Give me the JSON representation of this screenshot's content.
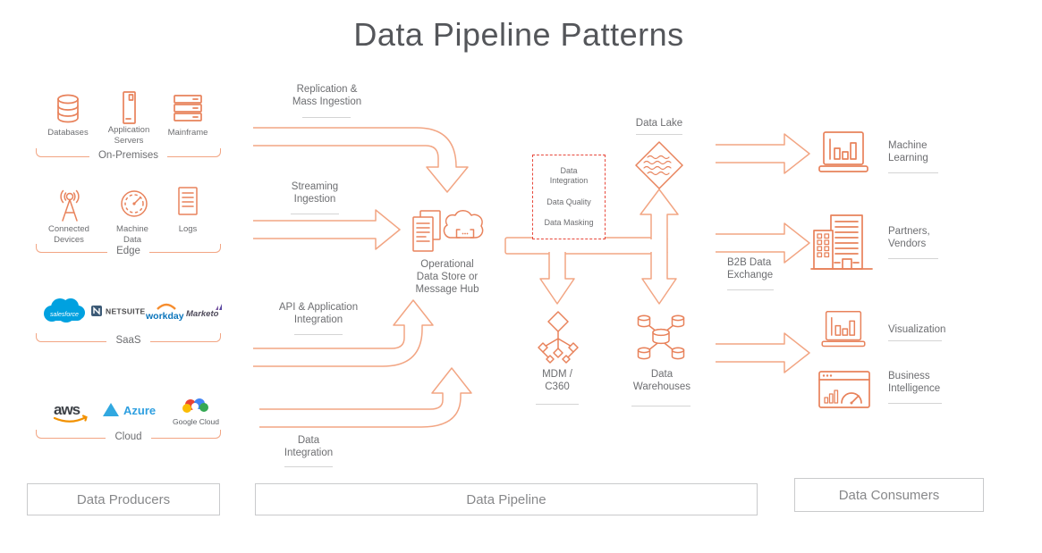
{
  "title": "Data Pipeline Patterns",
  "colors": {
    "arrow": "#F2A583",
    "icon": "#E8825B",
    "alert_red": "#E8483B",
    "label_gray": "#6D6E71",
    "title_gray": "#54565A",
    "zone_border": "#C9CACC",
    "zone_text": "#87888A",
    "salesforce_blue": "#00A1E0",
    "azure_blue": "#2E9FE0",
    "workday_blue": "#0B75BC",
    "aws_orange": "#F29100"
  },
  "producers": {
    "box_label": "Data Producers",
    "groups": [
      {
        "label": "On-Premises",
        "items": [
          {
            "label": "Databases"
          },
          {
            "label": "Application Servers"
          },
          {
            "label": "Mainframe"
          }
        ]
      },
      {
        "label": "Edge",
        "items": [
          {
            "label": "Connected Devices"
          },
          {
            "label": "Machine Data"
          },
          {
            "label": "Logs"
          }
        ]
      },
      {
        "label": "SaaS",
        "logos": [
          {
            "name": "Salesforce",
            "text": "salesforce"
          },
          {
            "name": "NetSuite",
            "text": "NETSUITE"
          },
          {
            "name": "Workday",
            "text": "workday"
          },
          {
            "name": "Marketo",
            "text": "Marketo"
          }
        ]
      },
      {
        "label": "Cloud",
        "logos": [
          {
            "name": "AWS",
            "text": "aws"
          },
          {
            "name": "Azure",
            "text": "Azure"
          },
          {
            "name": "Google Cloud",
            "text": "Google Cloud"
          }
        ]
      }
    ]
  },
  "pipeline": {
    "box_label": "Data Pipeline",
    "flows": [
      {
        "label": "Replication & Mass Ingestion"
      },
      {
        "label": "Streaming Ingestion"
      },
      {
        "label": "API & Application Integration"
      },
      {
        "label": "Data Integration"
      }
    ],
    "hub_label": "Operational Data Store or Message Hub",
    "services": [
      {
        "label": "Data Integration"
      },
      {
        "label": "Data Quality"
      },
      {
        "label": "Data Masking"
      }
    ],
    "data_lake_label": "Data Lake",
    "mdm_label": "MDM / C360",
    "warehouses_label": "Data Warehouses",
    "b2b_label": "B2B Data Exchange"
  },
  "consumers": {
    "box_label": "Data Consumers",
    "items": [
      {
        "label": "Machine Learning"
      },
      {
        "label": "Partners, Vendors"
      },
      {
        "label": "Visualization"
      },
      {
        "label": "Business Intelligence"
      }
    ]
  }
}
